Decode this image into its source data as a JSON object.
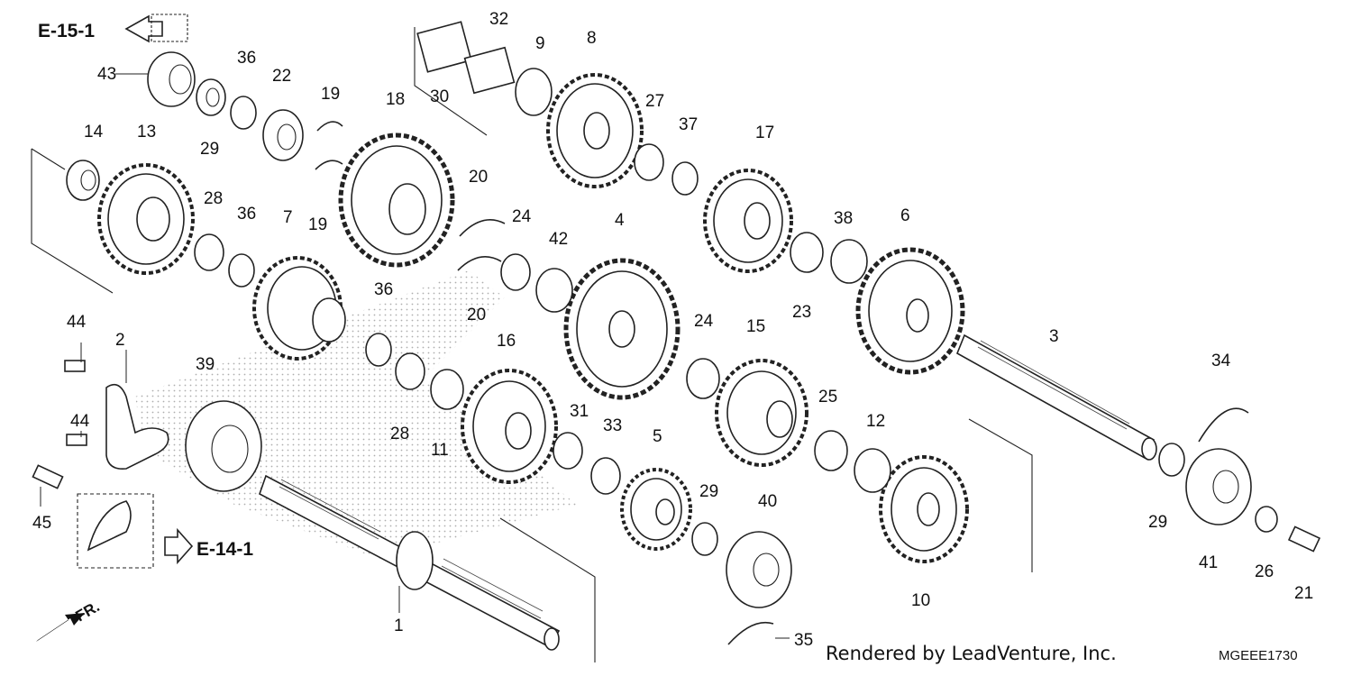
{
  "refs": {
    "top_left": "E-15-1",
    "bottom_left": "E-14-1"
  },
  "callouts": [
    "1",
    "2",
    "3",
    "4",
    "5",
    "6",
    "7",
    "8",
    "9",
    "10",
    "11",
    "12",
    "13",
    "14",
    "15",
    "16",
    "17",
    "18",
    "19",
    "19",
    "20",
    "20",
    "21",
    "22",
    "23",
    "24",
    "24",
    "25",
    "26",
    "27",
    "28",
    "28",
    "29",
    "29",
    "29",
    "30",
    "31",
    "32",
    "33",
    "34",
    "35",
    "36",
    "36",
    "36",
    "37",
    "38",
    "39",
    "40",
    "41",
    "42",
    "43",
    "44",
    "44",
    "45"
  ],
  "footer": {
    "credit": "Rendered by LeadVenture, Inc.",
    "code": "MGEEE1730"
  },
  "front_indicator": "FR."
}
